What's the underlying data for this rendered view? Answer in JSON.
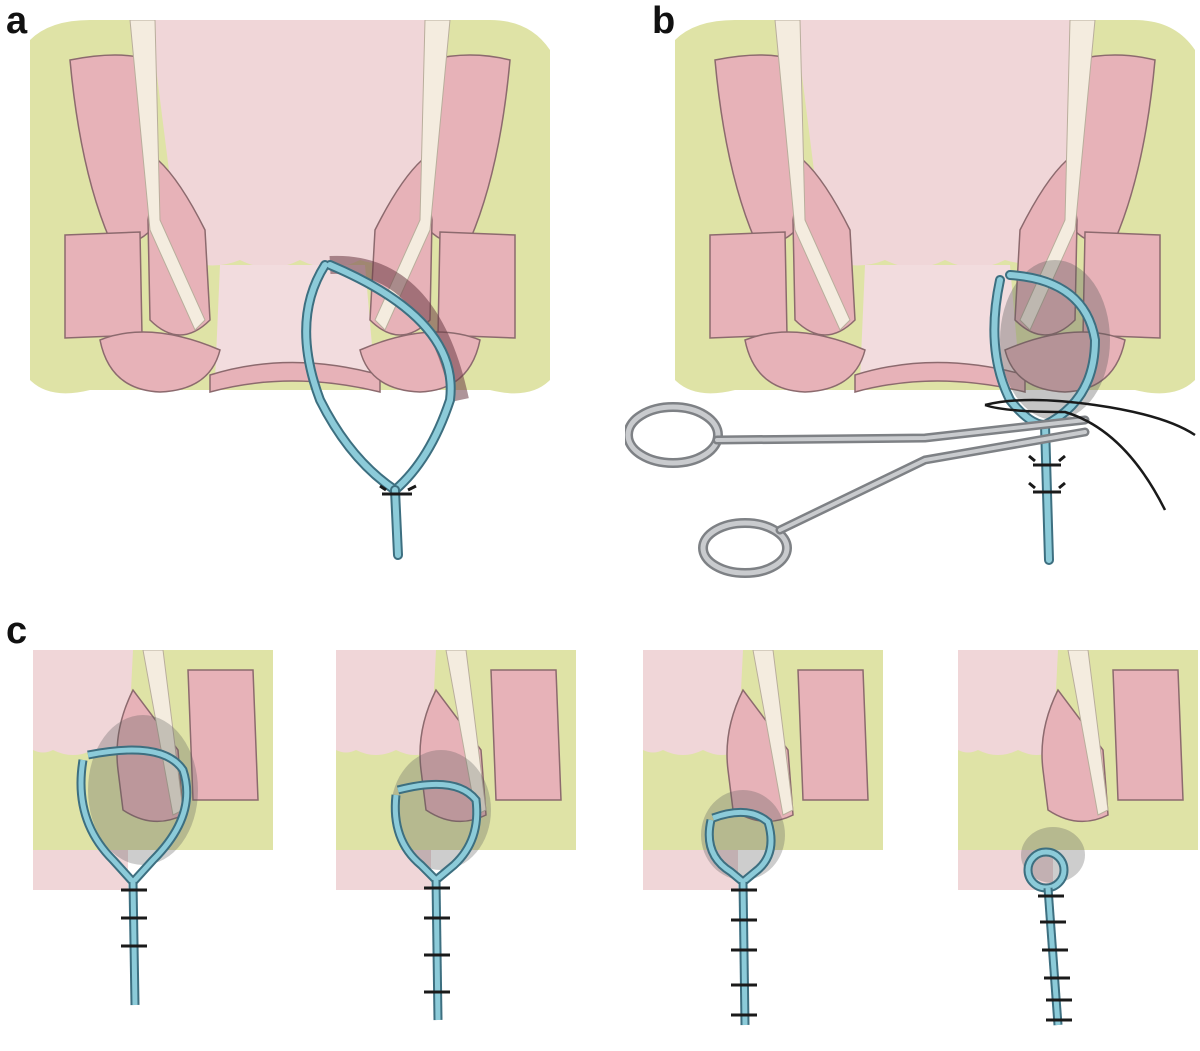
{
  "panels": [
    {
      "id": "a",
      "label": "a"
    },
    {
      "id": "b",
      "label": "b"
    },
    {
      "id": "c",
      "label": "c"
    }
  ],
  "colors": {
    "background": "#ffffff",
    "fat": "#dfe3a6",
    "fat_dots": "#f3f5d2",
    "muscle": "#e7b2b8",
    "muscle_outline": "#8c6a6e",
    "lumen": "#f0d6d8",
    "fascia": "#f4ecdf",
    "seton": "#8ccbd9",
    "seton_outline": "#3d6f80",
    "ligature": "#1a1a1a",
    "instrument": "#b7b9bc",
    "shadow": "#5a5a5a"
  },
  "stages_c": [
    {
      "loop_scale": 1.0,
      "ligatures": 3
    },
    {
      "loop_scale": 0.8,
      "ligatures": 4
    },
    {
      "loop_scale": 0.55,
      "ligatures": 5
    },
    {
      "loop_scale": 0.3,
      "ligatures": 6
    }
  ],
  "icons": [
    "seton-loop",
    "hemostat-forceps",
    "suture-thread",
    "ligature-knot"
  ]
}
